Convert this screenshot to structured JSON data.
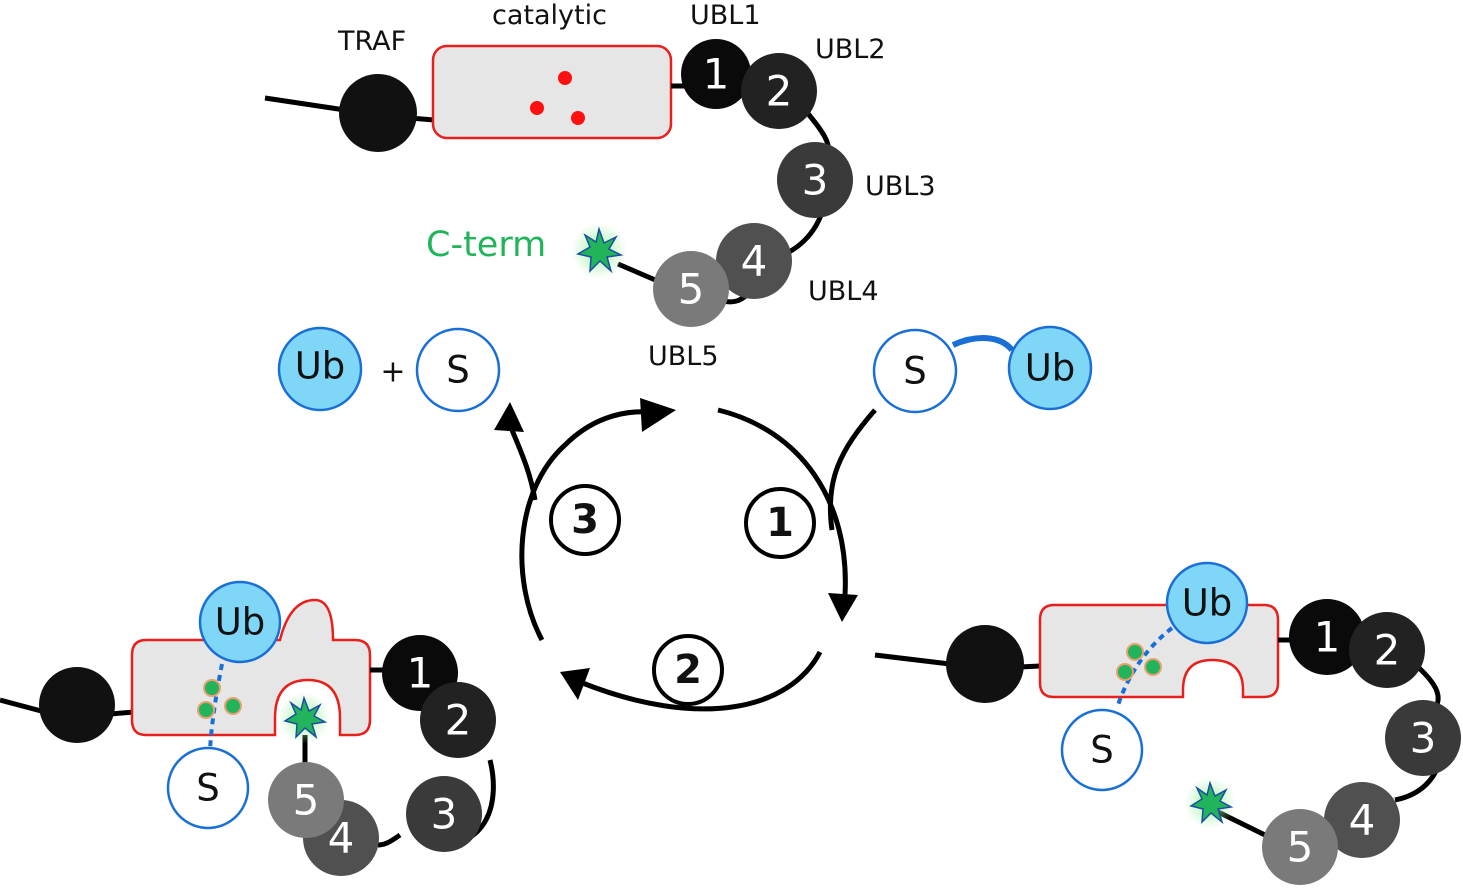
{
  "colors": {
    "domain_outline": "#e8201c",
    "domain_fill": "#e6e6e6",
    "ub_fill": "#7fd6f7",
    "ub_stroke": "#1a6fd6",
    "cterm": "#22b45a",
    "ubl1": "#0a0a0a",
    "ubl2": "#222222",
    "ubl3": "#3a3a3a",
    "ubl4": "#505050",
    "ubl5": "#7a7a7a"
  },
  "labels": {
    "traf": "TRAF",
    "catalytic": "catalytic",
    "ubl1": "UBL1",
    "ubl2": "UBL2",
    "ubl3": "UBL3",
    "ubl4": "UBL4",
    "ubl5": "UBL5",
    "cterm": "C-term",
    "plus": "+"
  },
  "ubl_numbers": [
    "1",
    "2",
    "3",
    "4",
    "5"
  ],
  "molecules": {
    "ub": "Ub",
    "substrate": "S"
  },
  "steps": [
    "1",
    "2",
    "3"
  ]
}
